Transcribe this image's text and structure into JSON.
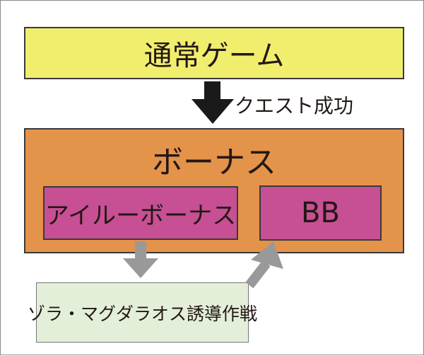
{
  "diagram": {
    "normal_game": "通常ゲーム",
    "quest_success": "クエスト成功",
    "bonus": "ボーナス",
    "airu_bonus": "アイルーボーナス",
    "bb": "BB",
    "zora_operation": "ゾラ・マグダラオス誘導作戦"
  },
  "colors": {
    "normal_game_fill": "#f1ee6e",
    "bonus_fill": "#e4934a",
    "sub_bonus_fill": "#c74f94",
    "operation_fill": "#e3efd9",
    "main_arrow": "#1a1a1a",
    "sub_arrow": "#999999"
  },
  "icons": {
    "main_flow": "arrow-down-icon",
    "airu_to_operation": "arrow-down-icon",
    "operation_to_bb": "arrow-up-right-icon"
  }
}
